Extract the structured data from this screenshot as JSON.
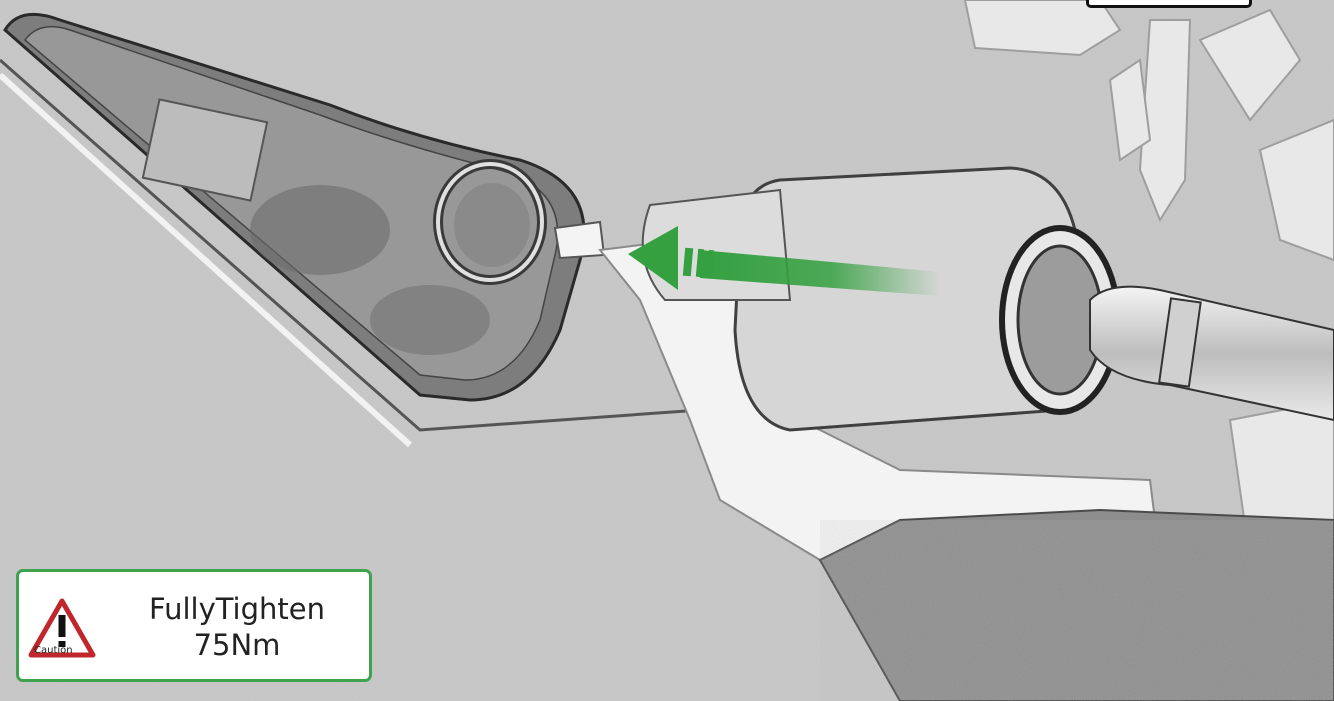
{
  "caution": {
    "label": "Caution",
    "line1": "FullyTighten",
    "line2": "75Nm",
    "border_color": "#3fa34d",
    "icon": "warning-triangle-icon",
    "icon_color": "#c0272d"
  },
  "illustration": {
    "arrow_color": "#34a040",
    "direction": "left"
  }
}
